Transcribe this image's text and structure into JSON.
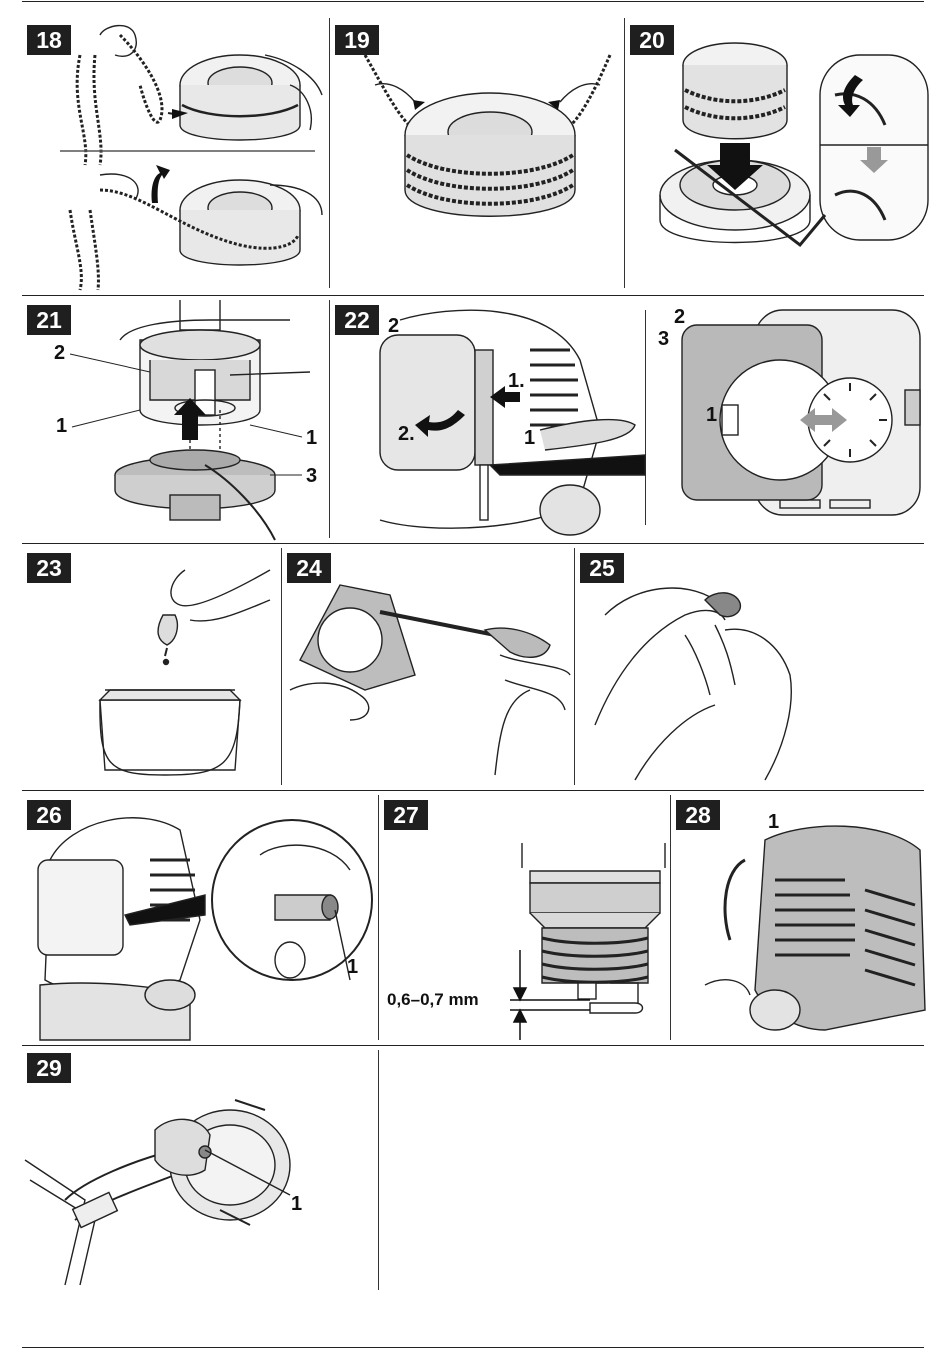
{
  "figures": [
    {
      "number": "18"
    },
    {
      "number": "19"
    },
    {
      "number": "20"
    },
    {
      "number": "21",
      "callouts": [
        "2",
        "1",
        "1",
        "3"
      ]
    },
    {
      "number": "22",
      "callouts": [
        "2",
        "1.",
        "2.",
        "1",
        "2",
        "3",
        "1"
      ]
    },
    {
      "number": "23"
    },
    {
      "number": "24"
    },
    {
      "number": "25"
    },
    {
      "number": "26",
      "callouts": [
        "1"
      ]
    },
    {
      "number": "27",
      "measurement": "0,6–0,7 mm"
    },
    {
      "number": "28",
      "callouts": [
        "1"
      ]
    },
    {
      "number": "29",
      "callouts": [
        "1"
      ]
    }
  ],
  "colors": {
    "badge_bg": "#1f1f1f",
    "badge_text": "#ffffff",
    "line": "#222222",
    "shade": "#bdbdbd"
  }
}
